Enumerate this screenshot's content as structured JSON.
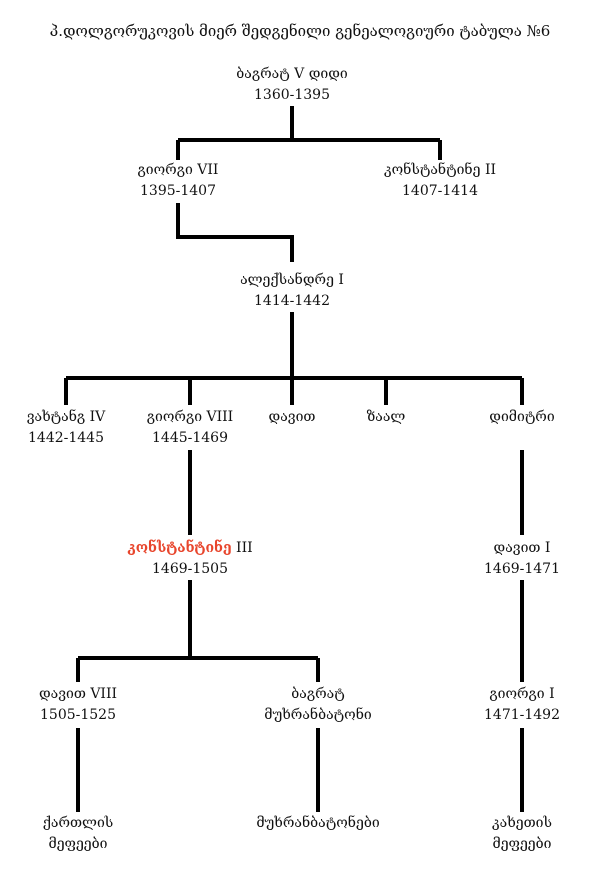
{
  "title": "პ.დოლგორუკოვის მიერ შედგენილი გენეალოგიური ტაბულა №6",
  "highlight_color": "#e8452c",
  "nodes": {
    "bagrat5": {
      "name": "ბაგრატ V დიდი",
      "years": "1360-1395"
    },
    "giorgi7": {
      "name": "გიორგი VII",
      "years": "1395-1407"
    },
    "konstantine2": {
      "name": "კონსტანტინე II",
      "years": "1407-1414"
    },
    "aleksandre1": {
      "name": "ალექსანდრე I",
      "years": "1414-1442"
    },
    "vakhtang4": {
      "name": "ვახტანგ IV",
      "years": "1442-1445"
    },
    "giorgi8": {
      "name": "გიორგი VIII",
      "years": "1445-1469"
    },
    "davit": {
      "name": "დავით"
    },
    "zaal": {
      "name": "ზაალ"
    },
    "dimitri": {
      "name": "დიმიტრი"
    },
    "konstantine3": {
      "name": "კონსტანტინე",
      "numeral": "III",
      "years": "1469-1505"
    },
    "davit1": {
      "name": "დავით I",
      "years": "1469-1471"
    },
    "davit8": {
      "name": "დავით VIII",
      "years": "1505-1525"
    },
    "bagrat_mukhrani": {
      "name": "ბაგრატ",
      "title": "მუხრანბატონი"
    },
    "giorgi1": {
      "name": "გიორგი I",
      "years": "1471-1492"
    },
    "kartli_kings": {
      "line1": "ქართლის",
      "line2": "მეფეები"
    },
    "mukhranbatonebi": {
      "name": "მუხრანბატონები"
    },
    "kakheti_kings": {
      "line1": "კახეთის",
      "line2": "მეფეები"
    }
  }
}
